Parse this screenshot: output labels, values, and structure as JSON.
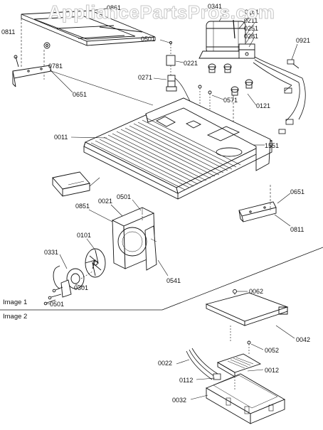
{
  "watermark": "AppliancePartsPros.com",
  "section_labels": {
    "image1": "Image 1",
    "image2": "Image 2"
  },
  "parts": {
    "p0861": "0861",
    "p0811a": "0811",
    "p0781": "0781",
    "p0651a": "0651",
    "p0341": "0341",
    "p0161": "0161",
    "p0211": "0211",
    "p0251": "0251",
    "p0281": "0281",
    "p0501a": "0501",
    "p0221": "0221",
    "p0921": "0921",
    "p0271": "0271",
    "p0571": "0571",
    "p0121": "0121",
    "p0011": "0011",
    "p1551": "1551",
    "p0651b": "0651",
    "p0811b": "0811",
    "p0021": "0021",
    "p0501b": "0501",
    "p0851": "0851",
    "p0101": "0101",
    "p0331": "0331",
    "p0301": "0301",
    "p0501c": "0501",
    "p0541": "0541",
    "p0062": "0062",
    "p0042": "0042",
    "p0052": "0052",
    "p0022": "0022",
    "p0012": "0012",
    "p0112": "0112",
    "p0032": "0032"
  }
}
